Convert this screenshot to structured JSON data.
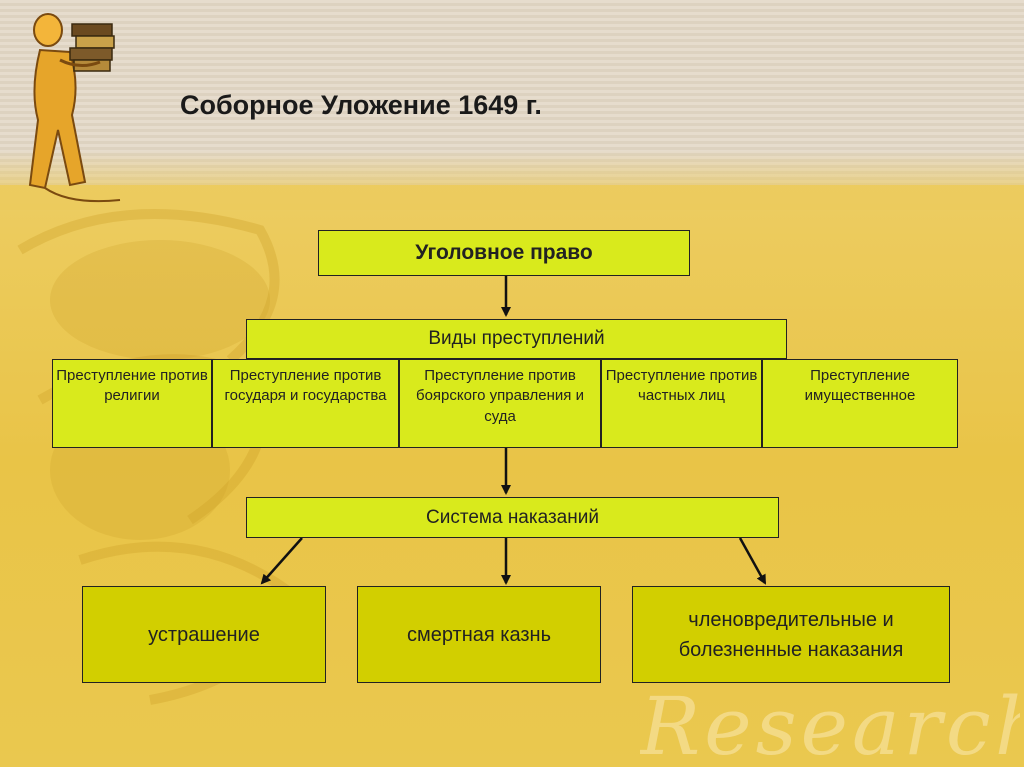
{
  "slide": {
    "title": "Соборное Уложение 1649 г.",
    "watermark": "Research"
  },
  "diagram": {
    "root": "Уголовное право",
    "crime_types_header": "Виды преступлений",
    "crimes": [
      "Преступление против религии",
      "Преступление против государя и государства",
      "Преступление против боярского управления и суда",
      "Преступление против частных лиц",
      "Преступление имущественное"
    ],
    "punishment_header": "Система наказаний",
    "punishments": [
      "устрашение",
      "смертная казнь",
      "членовредительные и болезненные наказания"
    ]
  },
  "colors": {
    "lime_box": "#d9ea1c",
    "olive_box": "#d2cf00",
    "background": "#eccb5d"
  },
  "icons": {
    "mascot": "person-carrying-books-icon"
  }
}
